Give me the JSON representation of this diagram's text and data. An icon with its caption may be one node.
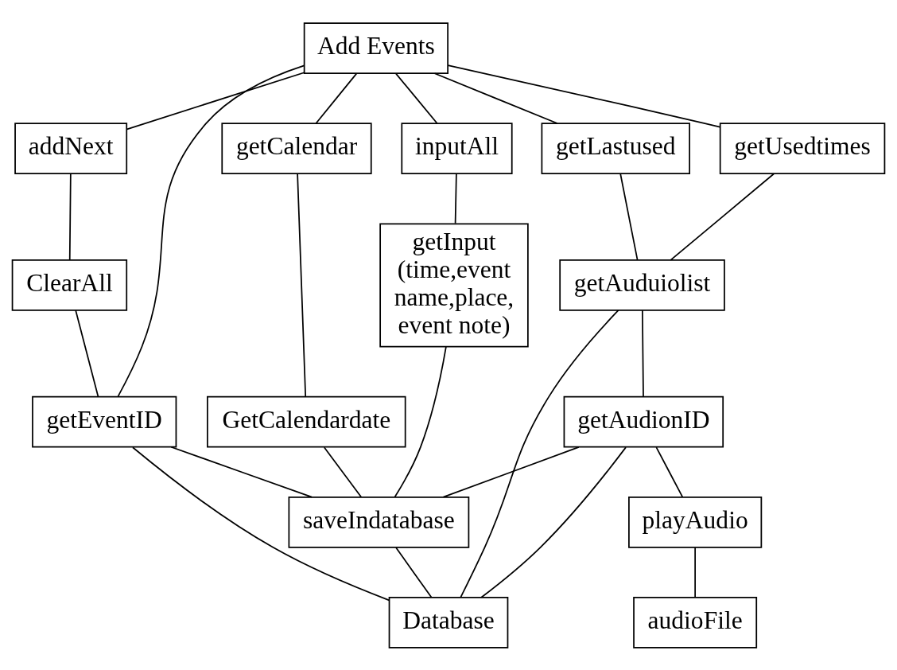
{
  "diagram": {
    "nodes": [
      {
        "text": [
          "Add Events"
        ]
      },
      {
        "text": [
          "getCalendar"
        ]
      },
      {
        "text": [
          "inputAll"
        ]
      },
      {
        "text": [
          "addNext"
        ]
      },
      {
        "text": [
          "getLastused"
        ]
      },
      {
        "text": [
          "getUsedtimes"
        ]
      },
      {
        "text": [
          "ClearAll"
        ]
      },
      {
        "text": [
          "getAuduiolist"
        ]
      },
      {
        "text": [
          "getInput (time,event name,place, event note)"
        ]
      },
      {
        "text": [
          "getEventID"
        ]
      },
      {
        "text": [
          "GetCalendardate"
        ]
      },
      {
        "text": [
          "getAudionID"
        ]
      },
      {
        "text": [
          "saveIndatabase"
        ]
      },
      {
        "text": [
          "playAudio"
        ]
      },
      {
        "text": [
          "Database"
        ]
      },
      {
        "text": [
          "audioFile"
        ]
      }
    ],
    "edges": [
      {
        "from": 0,
        "to": 1,
        "arrow": "none"
      },
      {
        "from": 0,
        "to": 2,
        "arrow": "none"
      },
      {
        "from": 0,
        "to": 3,
        "arrow": "none"
      },
      {
        "from": 0,
        "to": 9,
        "arrow": "none"
      },
      {
        "from": 0,
        "to": 4,
        "arrow": "none"
      },
      {
        "from": 0,
        "to": 5,
        "arrow": "none"
      },
      {
        "from": 1,
        "to": 10,
        "arrow": "none"
      },
      {
        "from": 2,
        "to": 8,
        "arrow": "none"
      },
      {
        "from": 3,
        "to": 6,
        "arrow": "none"
      },
      {
        "from": 6,
        "to": 9,
        "arrow": "none"
      },
      {
        "from": 4,
        "to": 7,
        "arrow": "none"
      },
      {
        "from": 5,
        "to": 7,
        "arrow": "none"
      },
      {
        "from": 7,
        "to": 11,
        "arrow": "none"
      },
      {
        "from": 7,
        "to": 14,
        "arrow": "none"
      },
      {
        "from": 10,
        "to": 12,
        "arrow": "none"
      },
      {
        "from": 8,
        "to": 12,
        "arrow": "none"
      },
      {
        "from": 9,
        "to": 12,
        "arrow": "none"
      },
      {
        "from": 9,
        "to": 14,
        "arrow": "none"
      },
      {
        "from": 11,
        "to": 12,
        "arrow": "none"
      },
      {
        "from": 11,
        "to": 14,
        "arrow": "none"
      },
      {
        "from": 11,
        "to": 13,
        "arrow": "none"
      },
      {
        "from": 13,
        "to": 15,
        "arrow": "none"
      },
      {
        "from": 12,
        "to": 14,
        "arrow": "none"
      }
    ]
  }
}
